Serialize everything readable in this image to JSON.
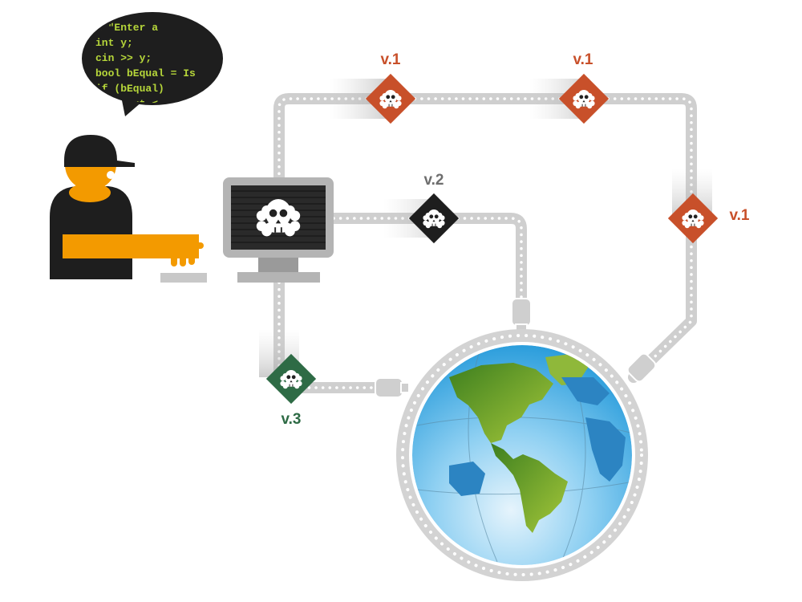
{
  "speech_bubble": {
    "code_lines": [
      "< \"Enter a",
      "int y;",
      "cin >> y;",
      "bool bEqual = Is",
      "if (bEqual)",
      "    cout <"
    ]
  },
  "labels": {
    "v1_top_left": "v.1",
    "v1_top_right": "v.1",
    "v1_right": "v.1",
    "v2": "v.2",
    "v3": "v.3"
  },
  "colors": {
    "v1": "#c8502a",
    "v2": "#1e1e1e",
    "v3": "#2e6b45",
    "label_v1": "#c8502a",
    "label_v2": "#6e6e6e",
    "label_v3": "#2e6b45",
    "chain": "#cfcfcf",
    "hacker_orange": "#f39a00",
    "hacker_dark": "#1e1e1e",
    "ocean": "#3aa8e0",
    "land": "#6fa325"
  }
}
